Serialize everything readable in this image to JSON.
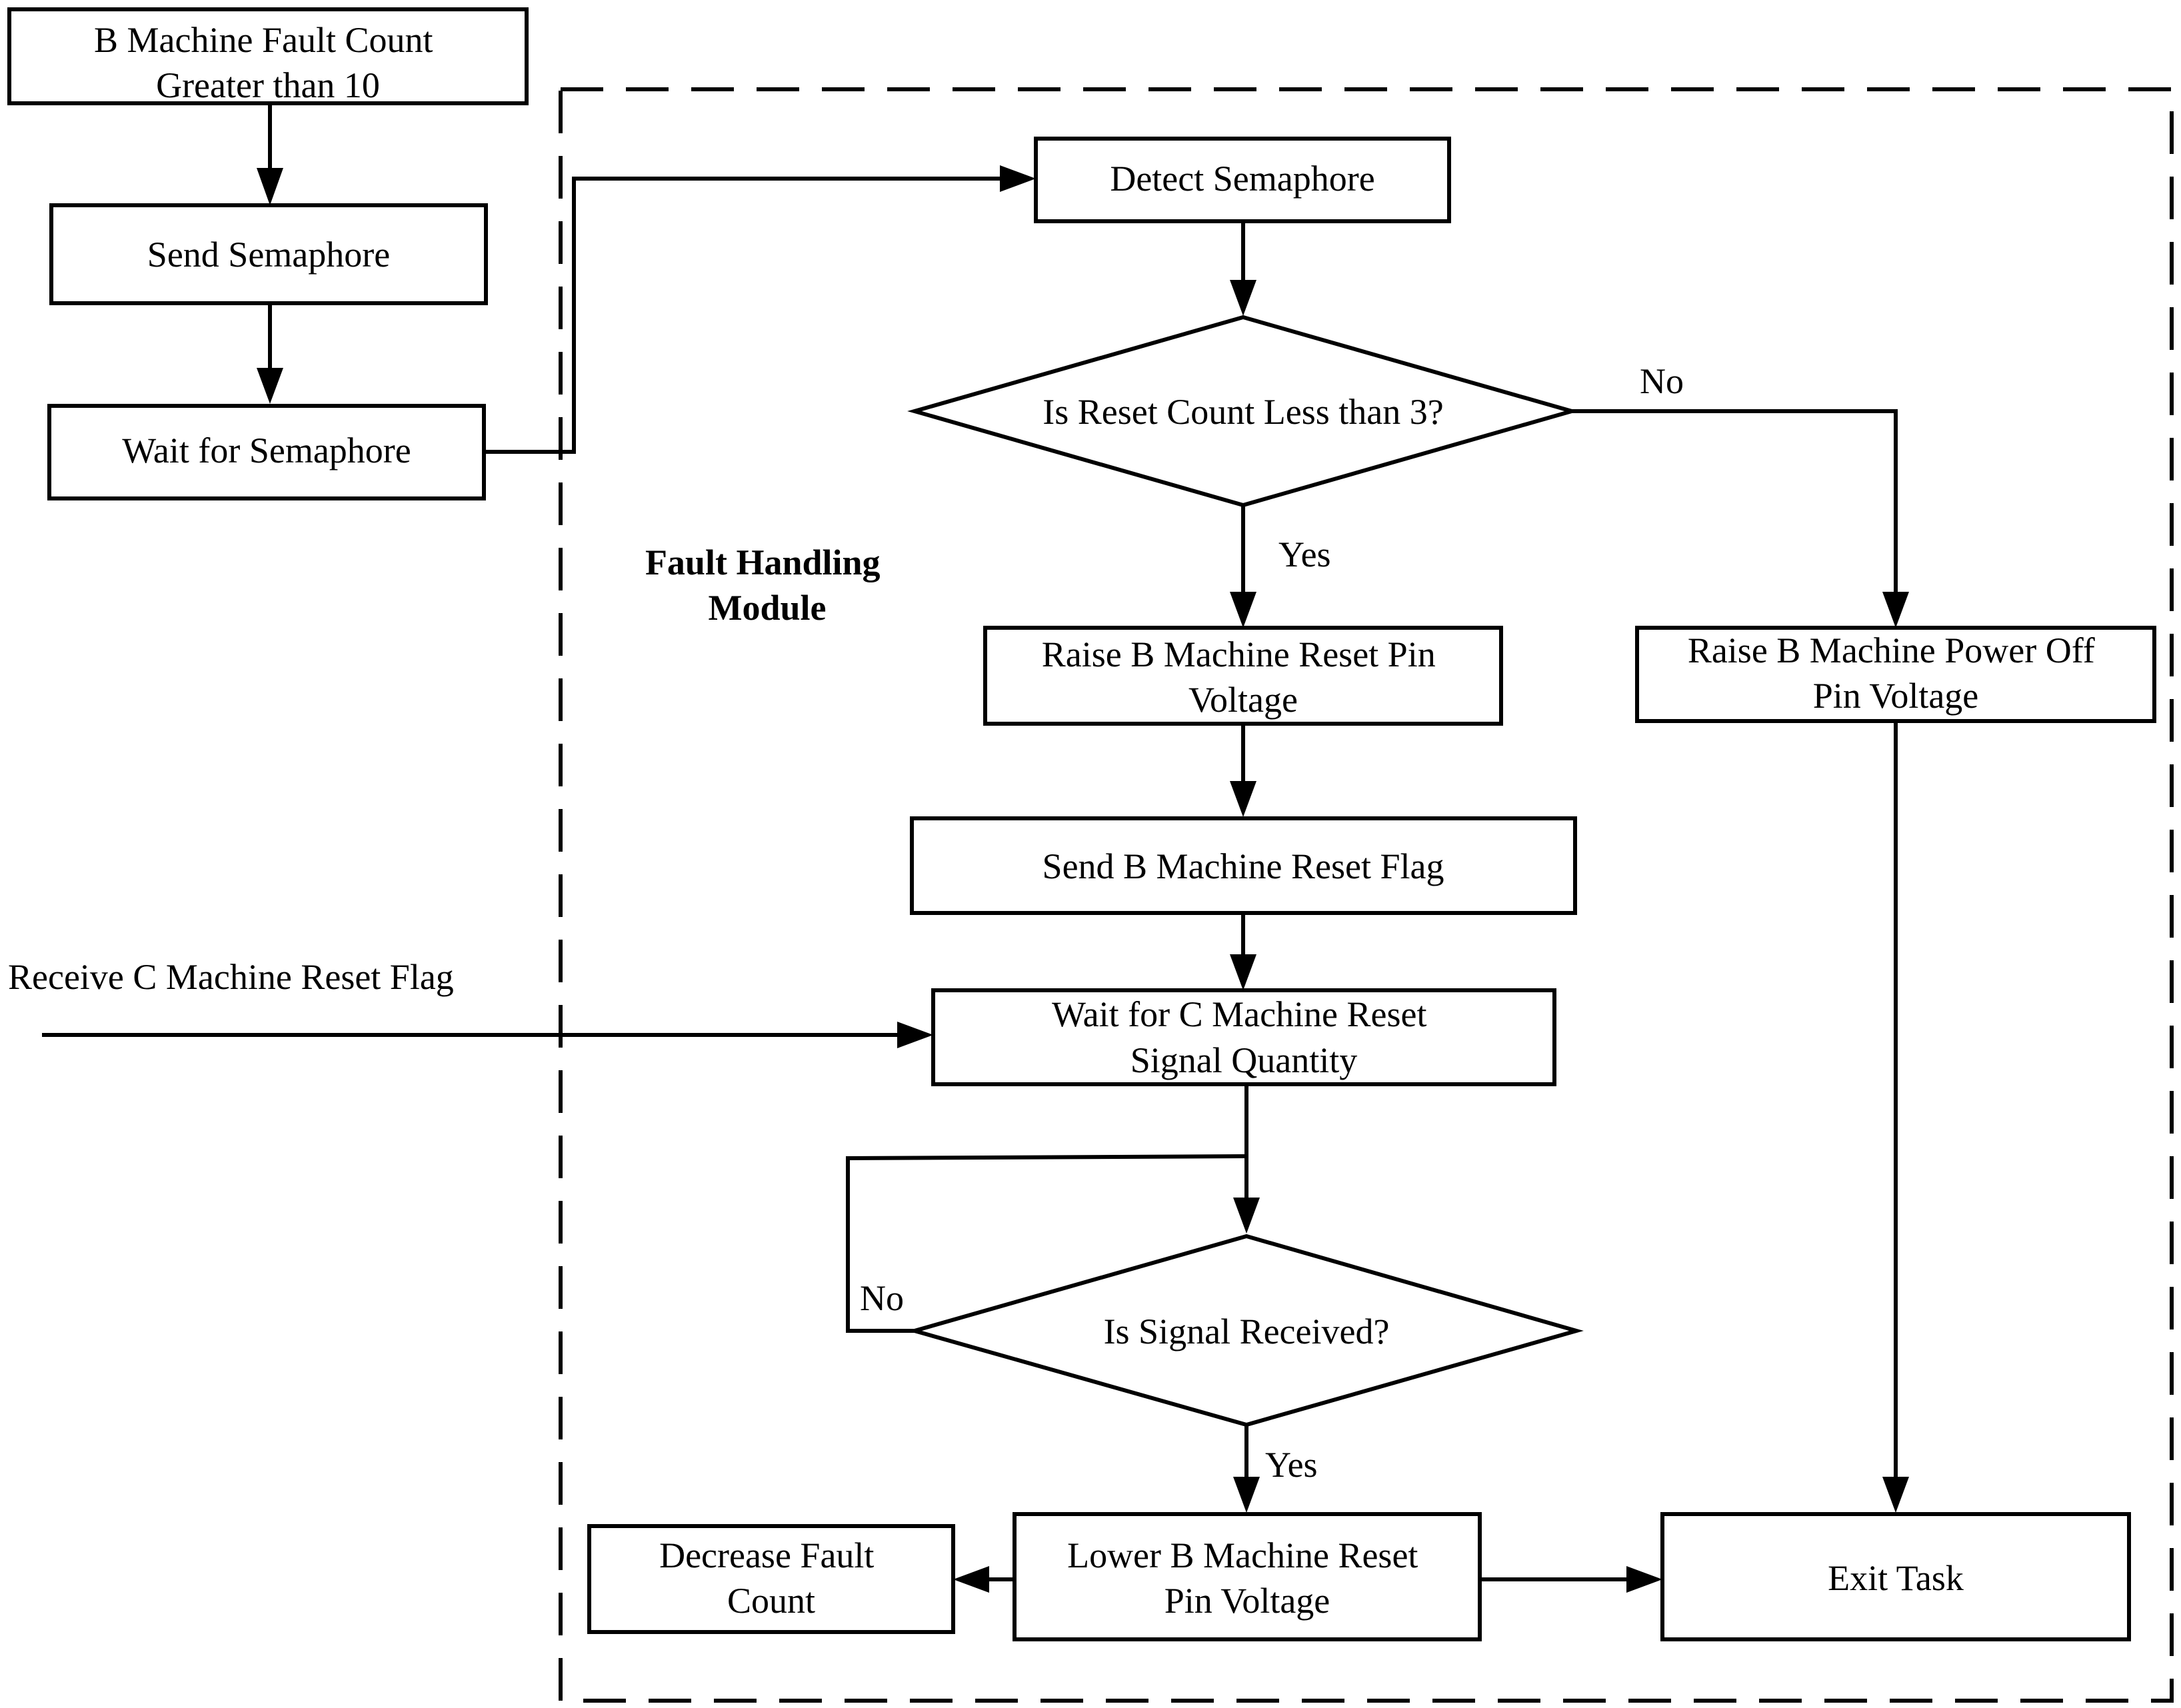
{
  "module_label": [
    "Fault Handling",
    "Module"
  ],
  "nodes": {
    "fault_count": [
      "B Machine Fault Count",
      "Greater than 10"
    ],
    "send_semaphore": [
      "Send Semaphore"
    ],
    "wait_semaphore": [
      "Wait for Semaphore"
    ],
    "detect_semaphore": [
      "Detect Semaphore"
    ],
    "reset_count_check": [
      "Is Reset Count Less than 3?"
    ],
    "raise_reset_pin": [
      "Raise B Machine Reset Pin",
      "Voltage"
    ],
    "raise_power_off_pin": [
      "Raise B Machine Power Off",
      "Pin Voltage"
    ],
    "send_reset_flag": [
      "Send B Machine Reset Flag"
    ],
    "wait_c_signal": [
      "Wait for C Machine Reset",
      "Signal Quantity"
    ],
    "signal_received_check": [
      "Is Signal Received?"
    ],
    "lower_reset_pin": [
      "Lower B Machine Reset",
      "Pin Voltage"
    ],
    "decrease_fault_count": [
      "Decrease Fault",
      "Count"
    ],
    "exit_task": [
      "Exit Task"
    ]
  },
  "edge_labels": {
    "reset_no": "No",
    "reset_yes": "Yes",
    "signal_no": "No",
    "signal_yes": "Yes",
    "receive_c_flag": "Receive C Machine Reset Flag"
  }
}
